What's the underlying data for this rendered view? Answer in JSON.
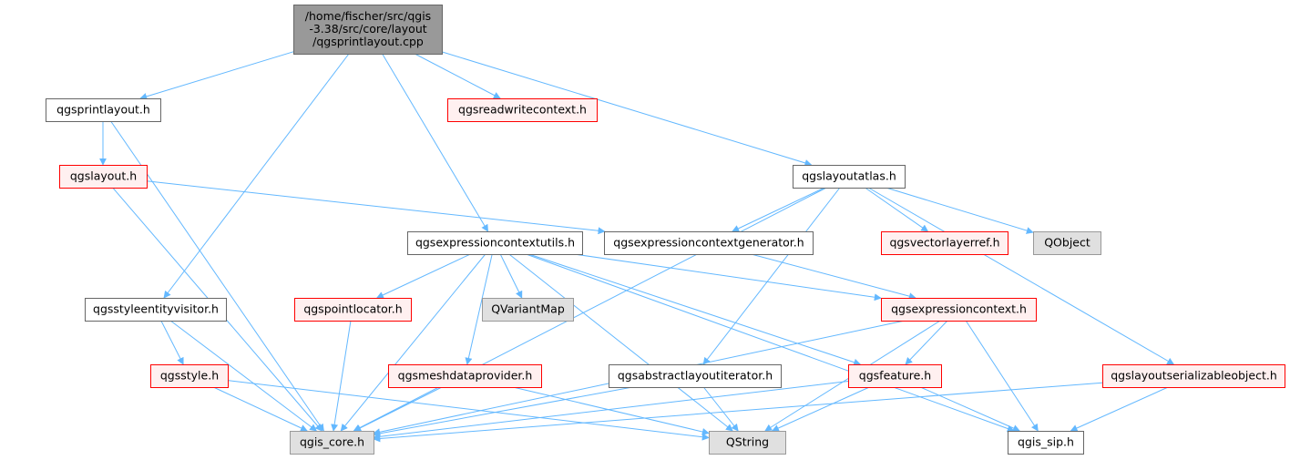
{
  "colors": {
    "edge": "#63b8ff",
    "root_fill": "#999999",
    "root_border": "#666666",
    "plain_fill": "#ffffff",
    "plain_border": "#666666",
    "red_fill": "#fff0f0",
    "red_border": "#ff0000",
    "system_fill": "#e0e0e0",
    "system_border": "#999999"
  },
  "nodes": {
    "root": {
      "lines": [
        "/home/fischer/src/qgis",
        "-3.38/src/core/layout",
        "/qgsprintlayout.cpp"
      ],
      "kind": "root"
    },
    "printlayout": {
      "lines": [
        "qgsprintlayout.h"
      ],
      "kind": "plain"
    },
    "readwritecontext": {
      "lines": [
        "qgsreadwritecontext.h"
      ],
      "kind": "red"
    },
    "layout": {
      "lines": [
        "qgslayout.h"
      ],
      "kind": "red"
    },
    "layoutatlas": {
      "lines": [
        "qgslayoutatlas.h"
      ],
      "kind": "plain"
    },
    "exprctxutils": {
      "lines": [
        "qgsexpressioncontextutils.h"
      ],
      "kind": "plain"
    },
    "exprctxgen": {
      "lines": [
        "qgsexpressioncontextgenerator.h"
      ],
      "kind": "plain"
    },
    "vectorlayerref": {
      "lines": [
        "qgsvectorlayerref.h"
      ],
      "kind": "red"
    },
    "qobject": {
      "lines": [
        "QObject"
      ],
      "kind": "system"
    },
    "styleentity": {
      "lines": [
        "qgsstyleentityvisitor.h"
      ],
      "kind": "plain"
    },
    "pointlocator": {
      "lines": [
        "qgspointlocator.h"
      ],
      "kind": "red"
    },
    "qvariantmap": {
      "lines": [
        "QVariantMap"
      ],
      "kind": "system"
    },
    "exprctx": {
      "lines": [
        "qgsexpressioncontext.h"
      ],
      "kind": "red"
    },
    "style": {
      "lines": [
        "qgsstyle.h"
      ],
      "kind": "red"
    },
    "meshdata": {
      "lines": [
        "qgsmeshdataprovider.h"
      ],
      "kind": "red"
    },
    "abstractiter": {
      "lines": [
        "qgsabstractlayoutiterator.h"
      ],
      "kind": "plain"
    },
    "feature": {
      "lines": [
        "qgsfeature.h"
      ],
      "kind": "red"
    },
    "serializable": {
      "lines": [
        "qgslayoutserializableobject.h"
      ],
      "kind": "red"
    },
    "core": {
      "lines": [
        "qgis_core.h"
      ],
      "kind": "system"
    },
    "qstring": {
      "lines": [
        "QString"
      ],
      "kind": "system"
    },
    "sip": {
      "lines": [
        "qgis_sip.h"
      ],
      "kind": "plain"
    }
  },
  "edges": [
    [
      "root",
      "printlayout"
    ],
    [
      "root",
      "readwritecontext"
    ],
    [
      "root",
      "layoutatlas"
    ],
    [
      "root",
      "exprctxutils"
    ],
    [
      "root",
      "styleentity"
    ],
    [
      "printlayout",
      "layout"
    ],
    [
      "printlayout",
      "core"
    ],
    [
      "layout",
      "exprctxgen"
    ],
    [
      "layout",
      "core"
    ],
    [
      "layoutatlas",
      "core"
    ],
    [
      "layoutatlas",
      "exprctxgen"
    ],
    [
      "layoutatlas",
      "vectorlayerref"
    ],
    [
      "layoutatlas",
      "qobject"
    ],
    [
      "layoutatlas",
      "abstractiter"
    ],
    [
      "layoutatlas",
      "serializable"
    ],
    [
      "exprctxutils",
      "pointlocator"
    ],
    [
      "exprctxutils",
      "qvariantmap"
    ],
    [
      "exprctxutils",
      "exprctx"
    ],
    [
      "exprctxutils",
      "meshdata"
    ],
    [
      "exprctxutils",
      "feature"
    ],
    [
      "exprctxutils",
      "core"
    ],
    [
      "exprctxutils",
      "qstring"
    ],
    [
      "exprctxutils",
      "sip"
    ],
    [
      "exprctxgen",
      "exprctx"
    ],
    [
      "styleentity",
      "style"
    ],
    [
      "styleentity",
      "core"
    ],
    [
      "pointlocator",
      "core"
    ],
    [
      "exprctx",
      "feature"
    ],
    [
      "exprctx",
      "core"
    ],
    [
      "exprctx",
      "qstring"
    ],
    [
      "exprctx",
      "sip"
    ],
    [
      "style",
      "core"
    ],
    [
      "style",
      "qstring"
    ],
    [
      "meshdata",
      "core"
    ],
    [
      "meshdata",
      "qstring"
    ],
    [
      "abstractiter",
      "core"
    ],
    [
      "abstractiter",
      "qstring"
    ],
    [
      "feature",
      "core"
    ],
    [
      "feature",
      "qstring"
    ],
    [
      "feature",
      "sip"
    ],
    [
      "serializable",
      "core"
    ],
    [
      "serializable",
      "sip"
    ]
  ]
}
